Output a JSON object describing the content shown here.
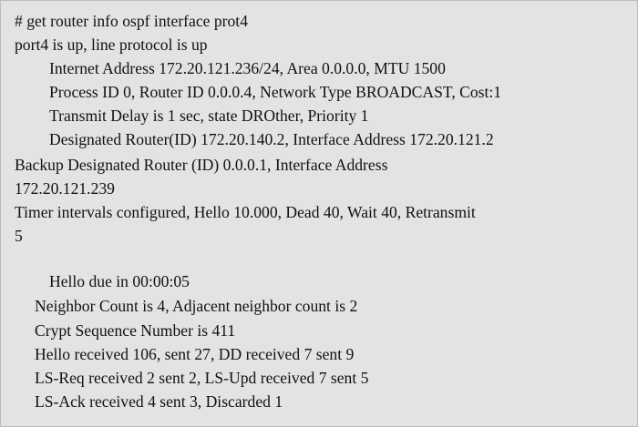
{
  "terminal": {
    "command": "# get router info ospf interface prot4",
    "lines": [
      "port4 is up, line protocol is up",
      "Internet Address 172.20.121.236/24, Area 0.0.0.0, MTU 1500",
      "Process ID 0, Router ID 0.0.0.4, Network Type BROADCAST, Cost:1",
      "Transmit Delay is 1 sec, state DROther, Priority 1",
      "Designated Router(ID) 172.20.140.2, Interface Address 172.20.121.2",
      "Backup Designated Router (ID) 0.0.0.1, Interface Address",
      "172.20.121.239",
      "Timer intervals configured, Hello 10.000, Dead 40, Wait 40, Retransmit",
      "5",
      "Hello due in 00:00:05",
      "Neighbor Count is 4, Adjacent neighbor count is 2",
      "Crypt Sequence Number is 411",
      "Hello received 106, sent 27, DD received 7 sent 9",
      "LS-Req received 2 sent 2, LS-Upd received 7 sent 5",
      "LS-Ack received 4 sent 3, Discarded 1"
    ]
  }
}
